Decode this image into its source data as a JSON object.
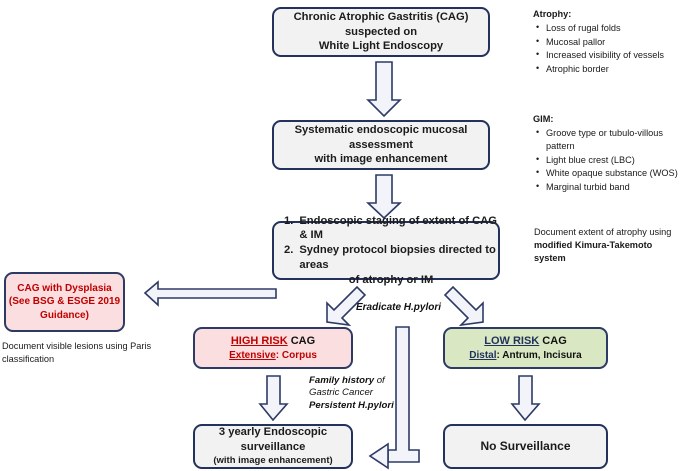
{
  "diagram": {
    "title": "Chronic Atrophic Gastritis management flowchart",
    "colors": {
      "box_border": "#22325c",
      "box_fill_neutral": "#f2f2f2",
      "box_fill_high_risk": "#fbdfe0",
      "box_fill_low_risk": "#d9e8c2",
      "text_red": "#c00000",
      "arrow_stroke": "#2d3a66",
      "arrow_fill": "#f2f4fa"
    }
  },
  "boxes": {
    "cag_suspected": {
      "line1": "Chronic Atrophic Gastritis (CAG) suspected on",
      "line2": "White Light Endoscopy"
    },
    "systematic": {
      "line1": "Systematic endoscopic mucosal assessment",
      "line2": "with image enhancement"
    },
    "staging": {
      "item1_num": "1.",
      "item1_text": "Endoscopic staging of extent of CAG & IM",
      "item2_num": "2.",
      "item2_text": "Sydney protocol biopsies directed to areas",
      "item2_text_cont": "of atrophy or IM"
    },
    "dysplasia": {
      "line1": "CAG with Dysplasia",
      "line2": "(See BSG & ESGE 2019",
      "line3": "Guidance)"
    },
    "high_risk": {
      "risk_label": "HIGH RISK",
      "risk_suffix": " CAG",
      "extent_label": "Extensive",
      "extent_value": ": Corpus"
    },
    "low_risk": {
      "risk_label": "LOW RISK",
      "risk_suffix": " CAG",
      "extent_label": "Distal",
      "extent_value": ": Antrum, Incisura"
    },
    "three_yearly": {
      "line1": "3 yearly Endoscopic",
      "line2": "surveillance",
      "line3": "(with image enhancement)"
    },
    "no_surveillance": {
      "label": "No Surveillance"
    }
  },
  "notes": {
    "atrophy": {
      "heading": "Atrophy:",
      "items": [
        "Loss of rugal folds",
        "Mucosal pallor",
        "Increased visibility of vessels",
        "Atrophic border"
      ]
    },
    "gim": {
      "heading": "GIM:",
      "items": [
        "Groove type or tubulo-villous pattern",
        "Light blue crest (LBC)",
        "White opaque substance (WOS)",
        "Marginal turbid band"
      ]
    },
    "kimura": {
      "line1": "Document extent of atrophy using",
      "line2": "modified Kimura-Takemoto system"
    },
    "paris": {
      "line1": "Document visible lesions using Paris",
      "line2": "classification"
    }
  },
  "annotations": {
    "eradicate": "Eradicate H.pylori",
    "family_history_bold": "Family history",
    "family_history_rest": " of",
    "gastric_cancer": "Gastric Cancer",
    "persistent_hpylori": "Persistent H.pylori"
  },
  "arrows": {
    "a1": "arrow-cag-to-systematic",
    "a2": "arrow-systematic-to-staging",
    "a3": "arrow-staging-to-dysplasia",
    "a4": "arrow-staging-to-high-risk",
    "a5": "arrow-staging-to-low-risk",
    "a6": "arrow-high-risk-to-three-yearly",
    "a7": "arrow-low-risk-to-no-surveillance",
    "a8": "arrow-elbow-return-to-three-yearly"
  }
}
